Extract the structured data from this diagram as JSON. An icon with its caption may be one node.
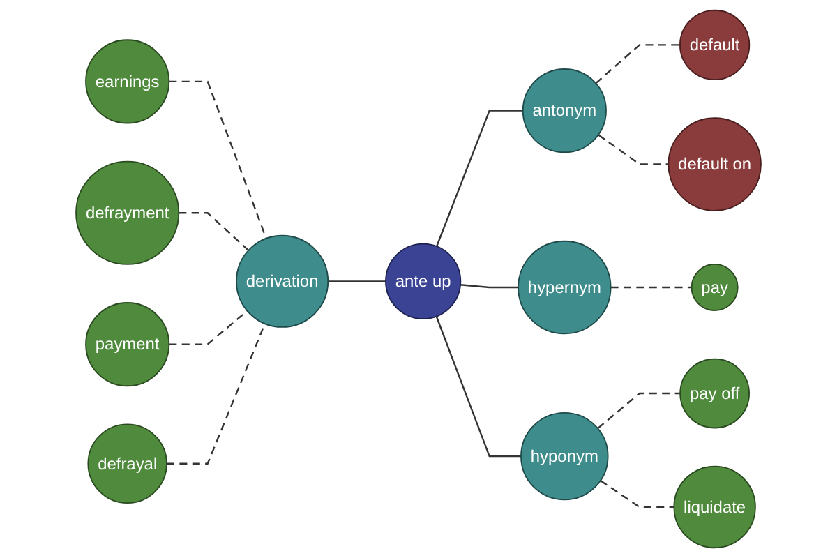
{
  "diagram": {
    "nodes": [
      {
        "text": [
          "default"
        ]
      },
      {
        "text": [
          "default on"
        ]
      },
      {
        "text": [
          "earnings"
        ]
      },
      {
        "text": [
          "antonym"
        ]
      },
      {
        "text": [
          "defrayment"
        ]
      },
      {
        "text": [
          "derivation"
        ]
      },
      {
        "text": [
          "payment"
        ]
      },
      {
        "text": [
          "ante up"
        ]
      },
      {
        "text": [
          "hypernym"
        ]
      },
      {
        "text": [
          "pay"
        ]
      },
      {
        "text": [
          "defrayal"
        ]
      },
      {
        "text": [
          "hyponym"
        ]
      },
      {
        "text": [
          "pay off"
        ]
      },
      {
        "text": [
          "liquidate"
        ]
      }
    ],
    "edges": [
      {
        "from": 5,
        "to": 7,
        "arrow": "none"
      },
      {
        "from": 7,
        "to": 3,
        "arrow": "none"
      },
      {
        "from": 7,
        "to": 8,
        "arrow": "none"
      },
      {
        "from": 7,
        "to": 11,
        "arrow": "none"
      },
      {
        "from": 2,
        "to": 5,
        "arrow": "none",
        "style": "dashed"
      },
      {
        "from": 4,
        "to": 5,
        "arrow": "none",
        "style": "dashed"
      },
      {
        "from": 6,
        "to": 5,
        "arrow": "none",
        "style": "dashed"
      },
      {
        "from": 10,
        "to": 5,
        "arrow": "none",
        "style": "dashed"
      },
      {
        "from": 3,
        "to": 0,
        "arrow": "none",
        "style": "dashed"
      },
      {
        "from": 3,
        "to": 1,
        "arrow": "none",
        "style": "dashed"
      },
      {
        "from": 8,
        "to": 9,
        "arrow": "none",
        "style": "dashed"
      },
      {
        "from": 11,
        "to": 12,
        "arrow": "none",
        "style": "dashed"
      },
      {
        "from": 11,
        "to": 13,
        "arrow": "none",
        "style": "dashed"
      }
    ]
  }
}
